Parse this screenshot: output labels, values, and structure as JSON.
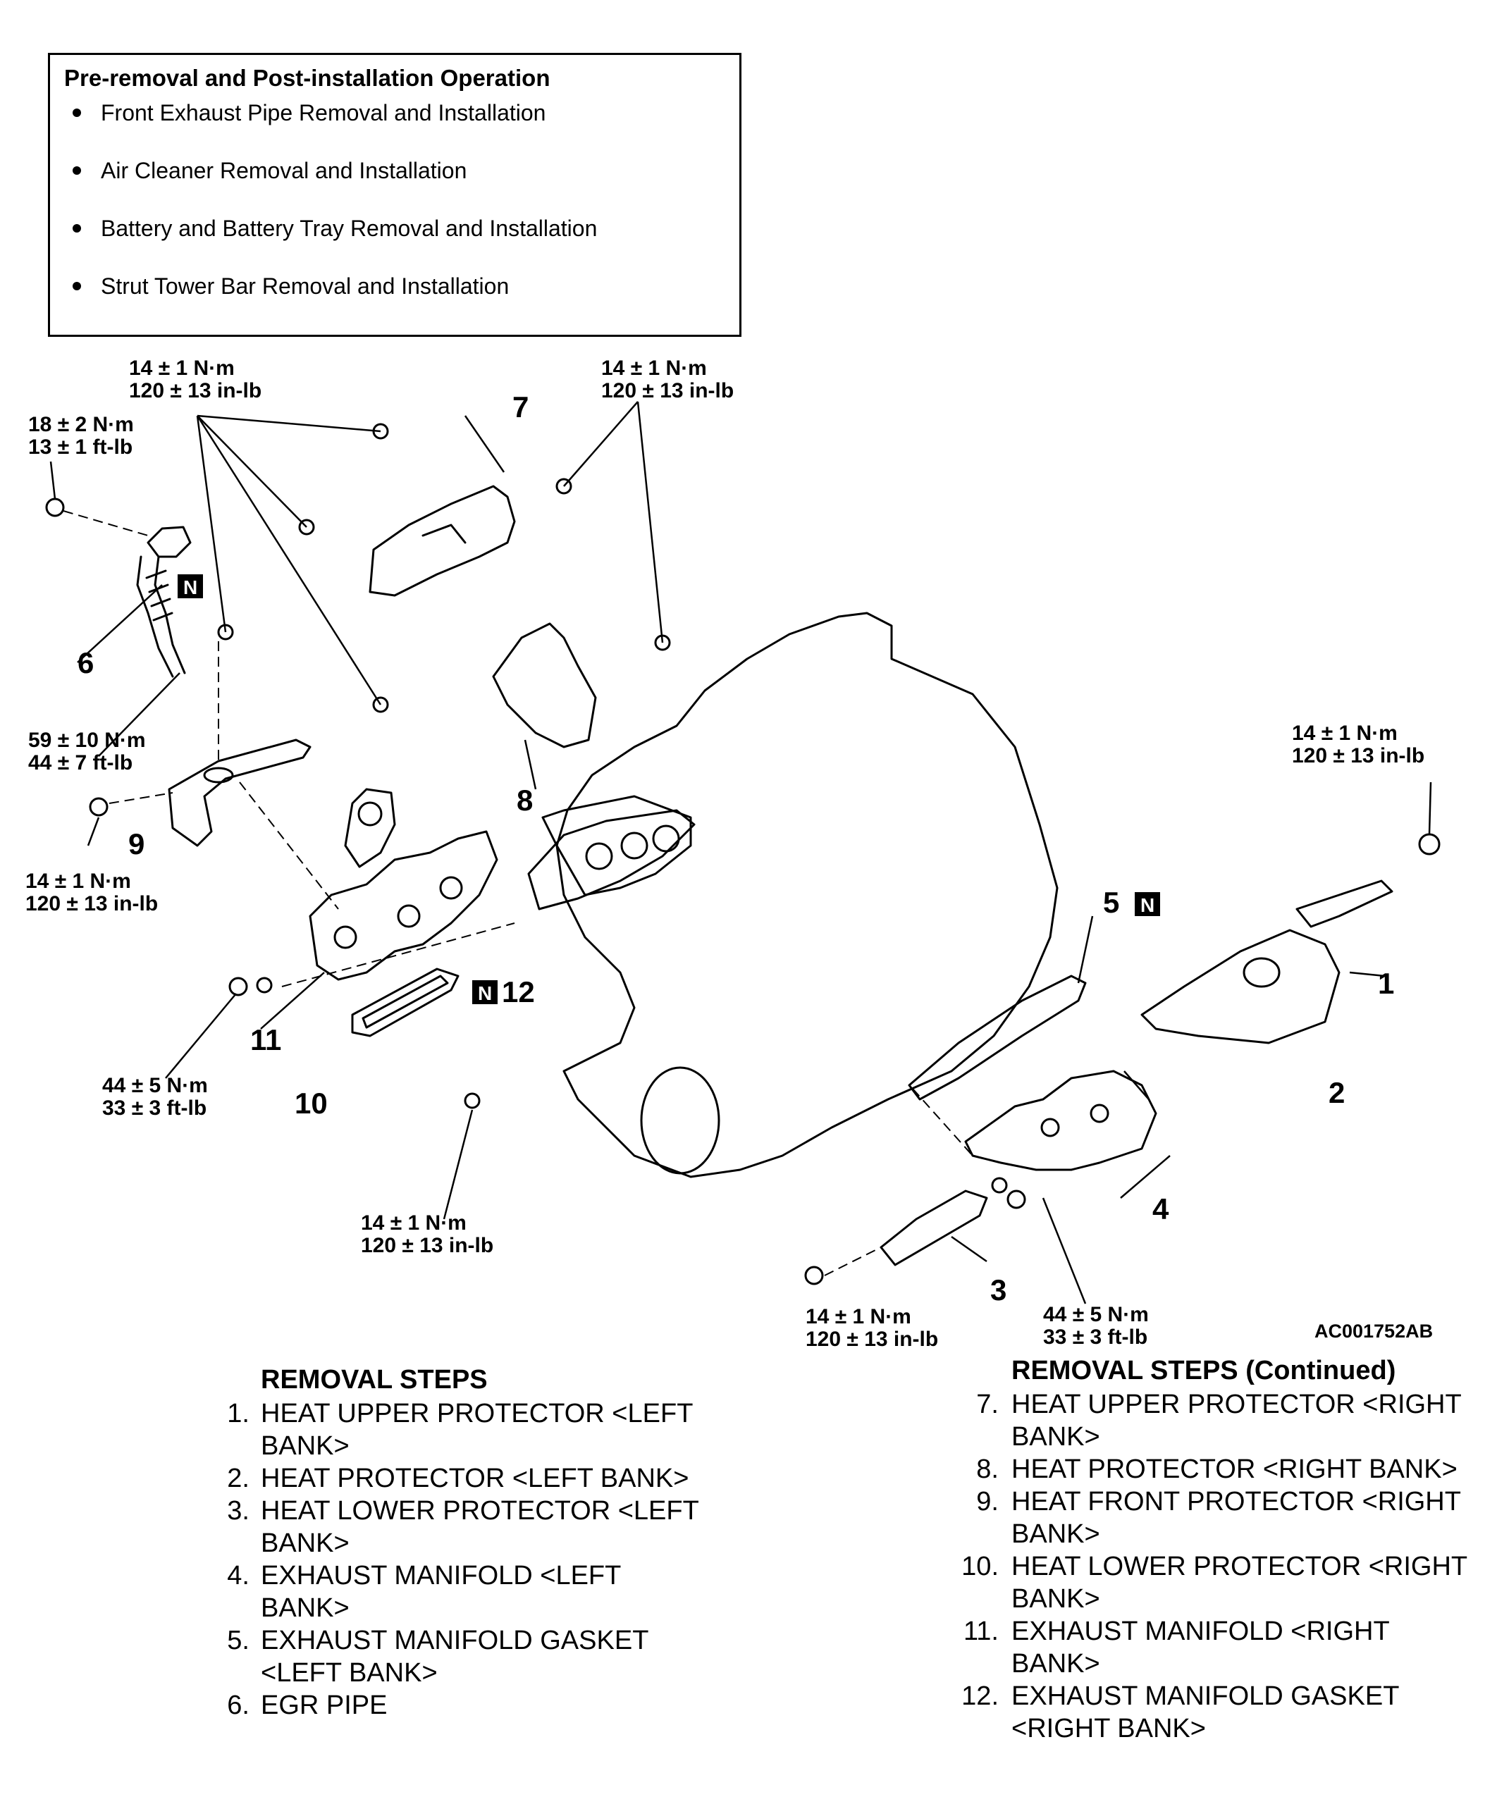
{
  "pre_operation": {
    "title": "Pre-removal and Post-installation Operation",
    "items": [
      "Front Exhaust Pipe Removal and Installation",
      "Air Cleaner Removal and Installation",
      "Battery and Battery Tray Removal and Installation",
      "Strut Tower Bar Removal and Installation"
    ]
  },
  "torque": {
    "t14_nm": "14 ± 1 N·m",
    "t14_inlb": "120 ± 13 in-lb",
    "t18_nm": "18 ± 2 N·m",
    "t18_ftlb": "13 ± 1 ft-lb",
    "t59_nm": "59 ± 10 N·m",
    "t59_ftlb": "44 ± 7 ft-lb",
    "t44_nm": "44 ± 5 N·m",
    "t44_ftlb": "33 ± 3 ft-lb"
  },
  "part_numbers": [
    "1",
    "2",
    "3",
    "4",
    "5",
    "6",
    "7",
    "8",
    "9",
    "10",
    "11",
    "12"
  ],
  "n_mark": "N",
  "figure_ref": "AC001752AB",
  "removal_steps": {
    "title": "REMOVAL STEPS",
    "items": [
      {
        "n": "1.",
        "text": "HEAT UPPER PROTECTOR <LEFT BANK>"
      },
      {
        "n": "2.",
        "text": "HEAT PROTECTOR <LEFT BANK>"
      },
      {
        "n": "3.",
        "text": "HEAT LOWER PROTECTOR <LEFT BANK>"
      },
      {
        "n": "4.",
        "text": "EXHAUST MANIFOLD <LEFT BANK>"
      },
      {
        "n": "5.",
        "text": "EXHAUST MANIFOLD GASKET <LEFT BANK>"
      },
      {
        "n": "6.",
        "text": "EGR PIPE"
      }
    ]
  },
  "removal_steps_continued": {
    "title": "REMOVAL STEPS (Continued)",
    "items": [
      {
        "n": "7.",
        "text": "HEAT UPPER PROTECTOR <RIGHT BANK>"
      },
      {
        "n": "8.",
        "text": "HEAT PROTECTOR <RIGHT BANK>"
      },
      {
        "n": "9.",
        "text": "HEAT FRONT PROTECTOR <RIGHT BANK>"
      },
      {
        "n": "10.",
        "text": "HEAT LOWER PROTECTOR <RIGHT BANK>"
      },
      {
        "n": "11.",
        "text": "EXHAUST MANIFOLD <RIGHT BANK>"
      },
      {
        "n": "12.",
        "text": "EXHAUST MANIFOLD GASKET <RIGHT BANK>"
      }
    ]
  }
}
